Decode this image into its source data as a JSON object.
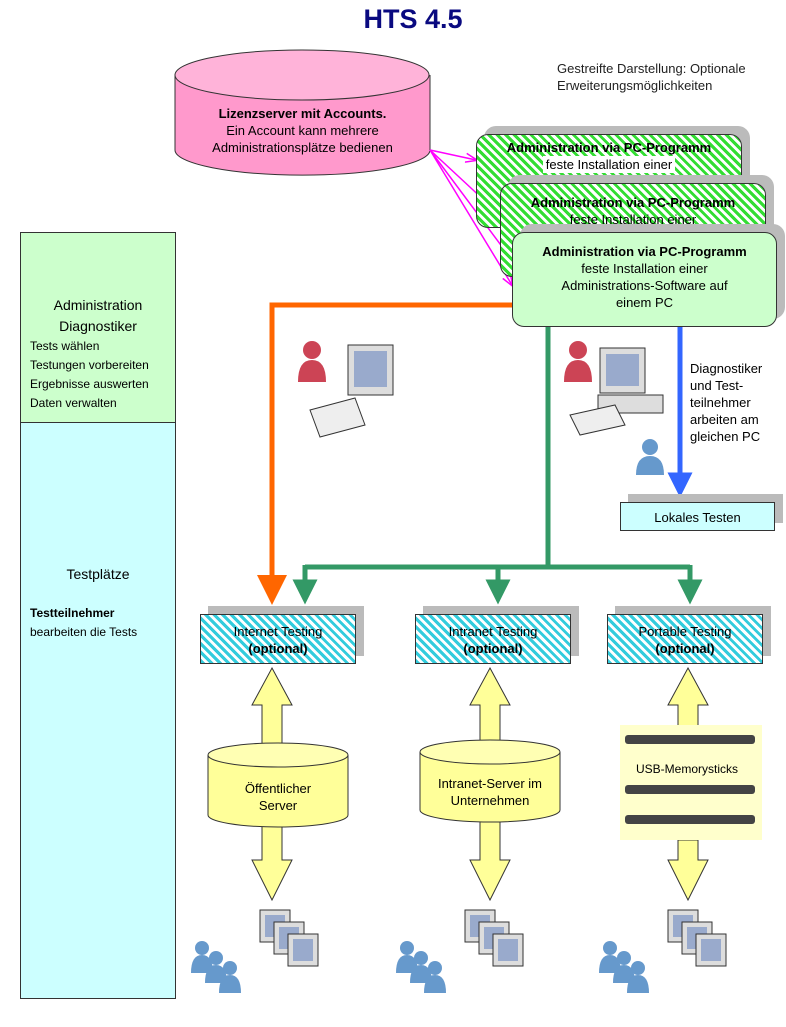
{
  "title": "HTS 4.5",
  "note": "Gestreifte Darstellung: Optionale Erweiterungsmöglichkeiten",
  "license_server": {
    "title": "Lizenzserver mit Accounts.",
    "line1": "Ein Account kann mehrere",
    "line2": "Administrationsplätze bedienen"
  },
  "admin_boxes": [
    {
      "title": "Administration via PC-Programm",
      "text": "feste Installation einer"
    },
    {
      "title": "Administration via PC-Programm",
      "text": "feste Installation einer"
    },
    {
      "title": "Administration via PC-Programm",
      "line1": "feste Installation einer",
      "line2": "Administrations-Software auf",
      "line3": "einem PC"
    }
  ],
  "left_panel": {
    "admin_title": "Administration",
    "admin_sub": "Diagnostiker",
    "tasks": [
      "Tests wählen",
      "Testungen vorbereiten",
      "Ergebnisse auswerten",
      "Daten verwalten"
    ],
    "test_title": "Testplätze",
    "test_bold": "Testteilnehmer",
    "test_text": "bearbeiten die Tests"
  },
  "local": {
    "note": [
      "Diagnostiker",
      "und  Test-",
      "teilnehmer",
      "arbeiten am",
      "gleichen PC"
    ],
    "box": "Lokales Testen"
  },
  "testing": [
    {
      "label": "Internet Testing",
      "optional": "(optional)"
    },
    {
      "label": "Intranet Testing",
      "optional": "(optional)"
    },
    {
      "label": "Portable Testing",
      "optional": "(optional)"
    }
  ],
  "servers": [
    {
      "line1": "Öffentlicher",
      "line2": "Server"
    },
    {
      "line1": "Intranet-Server im",
      "line2": "Unternehmen"
    }
  ],
  "usb": "USB-Memorysticks",
  "colors": {
    "orange": "#ff6600",
    "green": "#339966",
    "blue": "#3366ff",
    "magenta": "#ff00ff",
    "pink": "#ff99cc",
    "title": "#0a0a80"
  }
}
